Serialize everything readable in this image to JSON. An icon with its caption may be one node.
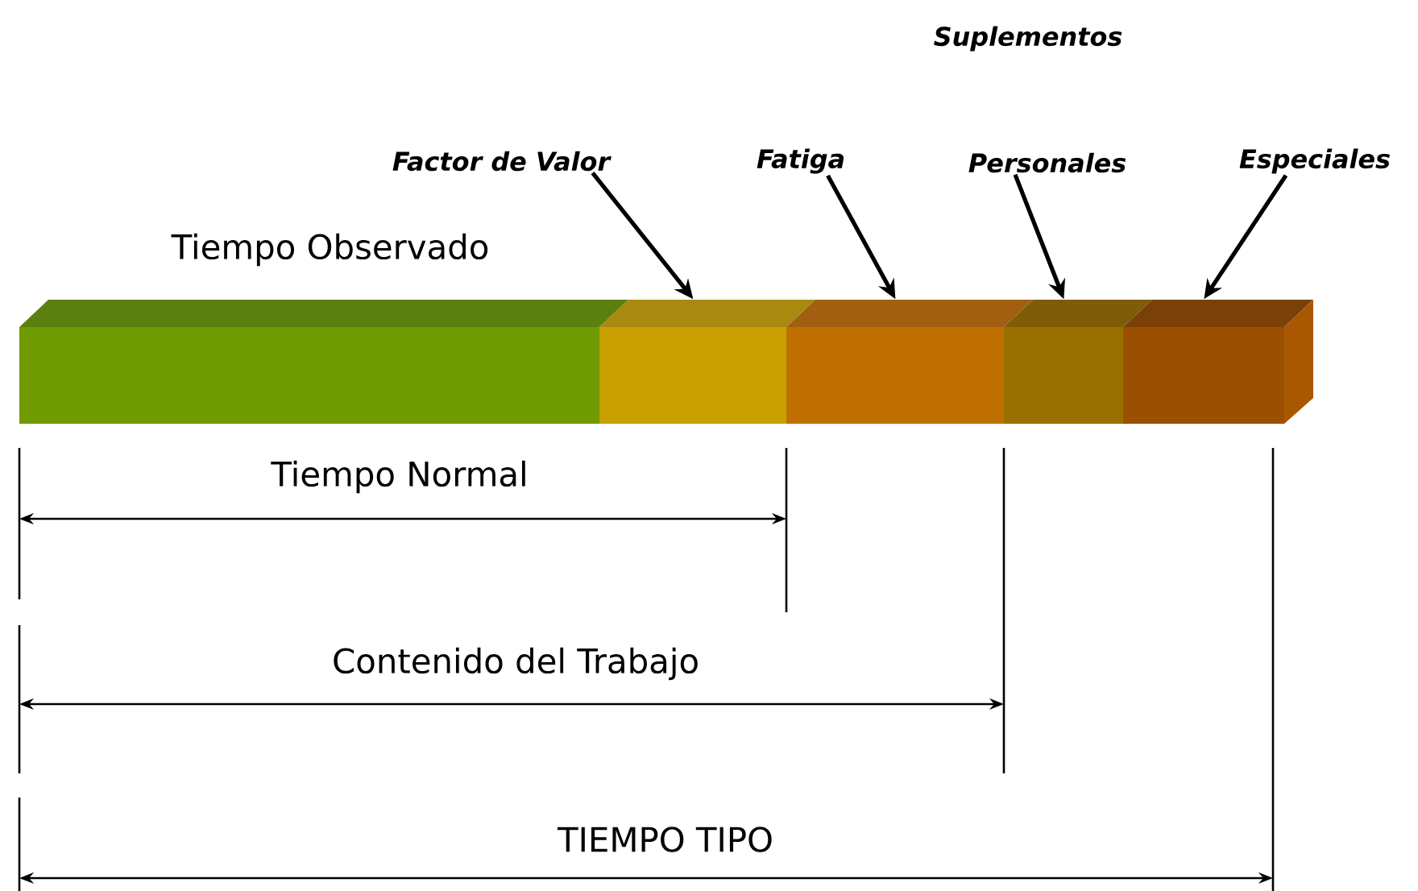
{
  "diagram": {
    "nodes": [
      {
        "text": [
          "Factor de Valor"
        ]
      },
      {
        "text": [
          "Fatiga"
        ]
      },
      {
        "text": [
          "Personales"
        ]
      },
      {
        "text": [
          "Especiales"
        ]
      },
      {
        "text": [],
        "shape": "bar"
      },
      {
        "text": [],
        "shape": "bar"
      },
      {
        "text": [],
        "shape": "bar"
      },
      {
        "text": [],
        "shape": "bar"
      },
      {
        "text": [],
        "shape": "bar"
      }
    ],
    "edges": [
      {
        "from": 0,
        "to": 5,
        "arrow": "to"
      },
      {
        "from": 1,
        "to": 6,
        "arrow": "to"
      },
      {
        "from": 2,
        "to": 7,
        "arrow": "to"
      },
      {
        "from": 3,
        "to": 8,
        "arrow": "to"
      }
    ],
    "labels": [
      "Suplementos",
      "Tiempo Observado",
      "Tiempo Normal",
      "Contenido del Trabajo",
      "TIEMPO TIPO"
    ]
  }
}
